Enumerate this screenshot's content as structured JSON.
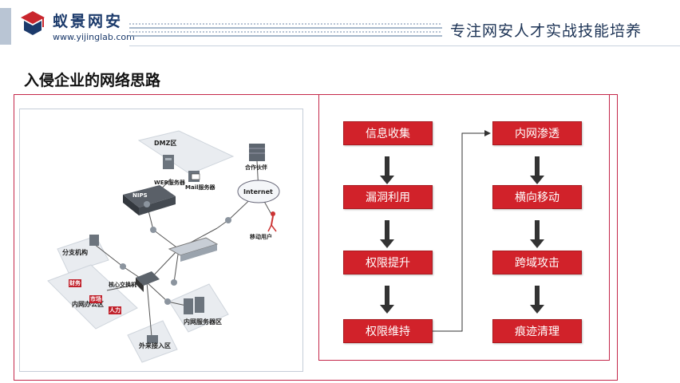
{
  "header": {
    "brand_name": "蚁景网安",
    "brand_url": "www.yijinglab.com",
    "slogan": "专注网安人才实战技能培养"
  },
  "page": {
    "title": "入侵企业的网络思路"
  },
  "flow": {
    "left_steps": [
      "信息收集",
      "漏洞利用",
      "权限提升",
      "权限维持"
    ],
    "right_steps": [
      "内网渗透",
      "横向移动",
      "跨域攻击",
      "痕迹清理"
    ]
  },
  "network": {
    "dmz_zone": "DMZ区",
    "web_server": "WEB服务器",
    "mail_server": "Mail服务器",
    "partner": "合作伙伴",
    "internet": "Internet",
    "mobile_user": "移动用户",
    "nips": "NIPS",
    "branch": "分支机构",
    "core_switch": "核心交换机",
    "office_zone": "内网办公区",
    "server_zone": "内网服务器区",
    "external_access": "外来接入区",
    "dept_finance": "财务",
    "dept_market": "市场",
    "dept_hr": "人力"
  },
  "colors": {
    "step_fill": "#d1222a",
    "frame": "#c4284a",
    "brand": "#1b3a6b"
  }
}
